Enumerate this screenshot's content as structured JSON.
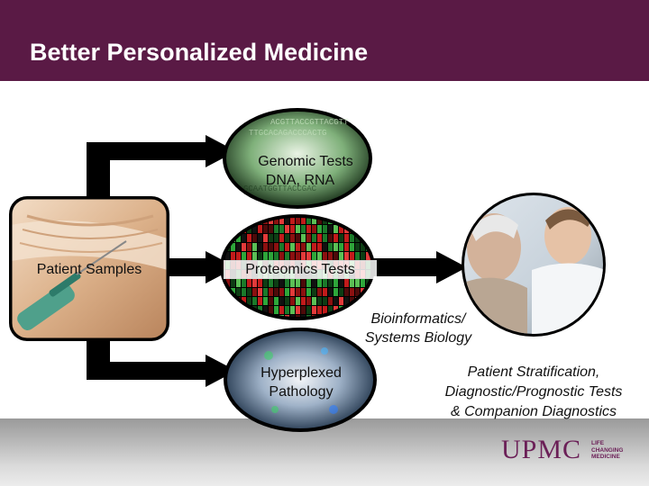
{
  "slide": {
    "title": "Better Personalized Medicine"
  },
  "nodes": {
    "patient_samples": {
      "label": "Patient Samples"
    },
    "genomic": {
      "line1": "Genomic Tests",
      "line2": "DNA, RNA"
    },
    "proteomics": {
      "label": "Proteomics Tests"
    },
    "pathology": {
      "line1": "Hyperplexed",
      "line2": "Pathology"
    },
    "bioinformatics": {
      "line1": "Bioinformatics/",
      "line2": "Systems Biology"
    },
    "outcome": {
      "line1": "Patient Stratification,",
      "line2": "Diagnostic/Prognostic Tests",
      "line3": "& Companion Diagnostics"
    }
  },
  "logo": {
    "wordmark": "UPMC",
    "tagline1": "LIFE",
    "tagline2": "CHANGING",
    "tagline3": "MEDICINE"
  },
  "colors": {
    "header": "#5a1a45",
    "brand": "#6b1f57",
    "arrow": "#000000",
    "footer": "#b9b9b9"
  },
  "icons": [
    "syringe-photo",
    "dna-sequence-photo",
    "microarray-heatmap",
    "tissue-fluorescence",
    "doctor-patient-photo"
  ]
}
